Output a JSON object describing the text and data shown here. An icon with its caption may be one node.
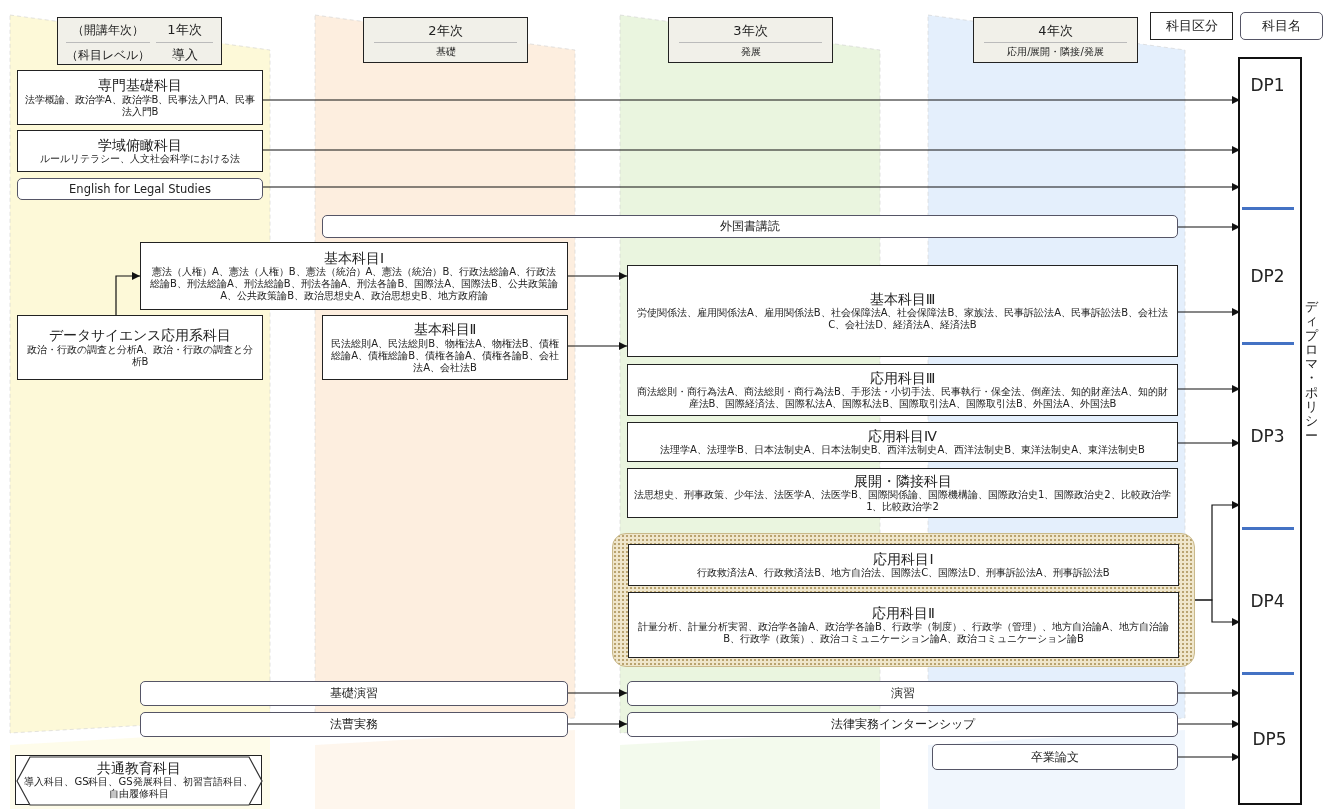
{
  "diagram": {
    "nodes": [
      {
        "text": [
          "（開講年次）",
          "1年次",
          "（科目レベル）",
          "導入"
        ]
      },
      {
        "text": [
          "2年次",
          "基礎"
        ]
      },
      {
        "text": [
          "3年次",
          "発展"
        ]
      },
      {
        "text": [
          "4年次",
          "応用/展開・隣接/発展"
        ]
      },
      {
        "text": [
          "科目区分"
        ]
      },
      {
        "text": [
          "科目名"
        ]
      },
      {
        "text": [
          "専門基礎科目",
          "法学概論、政治学A、政治学B、民事法入門A、民事法入門B"
        ]
      },
      {
        "text": [
          "学域俯瞰科目",
          "ルールリテラシー、人文社会科学における法"
        ]
      },
      {
        "text": [
          "English for Legal Studies"
        ]
      },
      {
        "text": [
          "外国書講読"
        ]
      },
      {
        "text": [
          "基本科目Ⅰ",
          "憲法（人権）A、憲法（人権）B、憲法（統治）A、憲法（統治）B、行政法総論A、行政法総論B、刑法総論A、刑法総論B、刑法各論A、刑法各論B、国際法A、国際法B、公共政策論A、公共政策論B、政治思想史A、政治思想史B、地方政府論"
        ]
      },
      {
        "text": [
          "データサイエンス応用系科目",
          "政治・行政の調査と分析A、政治・行政の調査と分析B"
        ]
      },
      {
        "text": [
          "基本科目Ⅱ",
          "民法総則A、民法総則B、物権法A、物権法B、債権総論A、債権総論B、債権各論A、債権各論B、会社法A、会社法B"
        ]
      },
      {
        "text": [
          "基本科目Ⅲ",
          "労使関係法、雇用関係法A、雇用関係法B、社会保障法A、社会保障法B、家族法、民事訴訟法A、民事訴訟法B、会社法C、会社法D、経済法A、経済法B"
        ]
      },
      {
        "text": [
          "応用科目Ⅲ",
          "商法総則・商行為法A、商法総則・商行為法B、手形法・小切手法、民事執行・保全法、倒産法、知的財産法A、知的財産法B、国際経済法、国際私法A、国際私法B、国際取引法A、国際取引法B、外国法A、外国法B"
        ]
      },
      {
        "text": [
          "応用科目Ⅳ",
          "法理学A、法理学B、日本法制史A、日本法制史B、西洋法制史A、西洋法制史B、東洋法制史A、東洋法制史B"
        ]
      },
      {
        "text": [
          "展開・隣接科目",
          "法思想史、刑事政策、少年法、法医学A、法医学B、国際関係論、国際機構論、国際政治史1、国際政治史2、比較政治学1、比較政治学2"
        ]
      },
      {
        "text": [],
        "shape": "box"
      },
      {
        "text": [
          "応用科目Ⅰ",
          "行政救済法A、行政救済法B、地方自治法、国際法C、国際法D、刑事訴訟法A、刑事訴訟法B"
        ],
        "in": 17
      },
      {
        "text": [
          "応用科目Ⅱ",
          "計量分析、計量分析実習、政治学各論A、政治学各論B、行政学（制度）、行政学（管理）、地方自治論A、地方自治論B、行政学（政策）、政治コミュニケーション論A、政治コミュニケーション論B"
        ],
        "in": 17
      },
      {
        "text": [
          "基礎演習"
        ]
      },
      {
        "text": [
          "演習"
        ]
      },
      {
        "text": [
          "法曹実務"
        ]
      },
      {
        "text": [
          "法律実務インターンシップ"
        ]
      },
      {
        "text": [
          "卒業論文"
        ]
      },
      {
        "text": [
          "共通教育科目",
          "導入科目、GS科目、GS発展科目、初習言語科目、自由履修科目"
        ]
      },
      {
        "text": [],
        "shape": "box"
      },
      {
        "text": [
          "DP1"
        ],
        "in": 26
      },
      {
        "text": [
          "DP2"
        ],
        "in": 26
      },
      {
        "text": [
          "DP3"
        ],
        "in": 26
      },
      {
        "text": [
          "DP4"
        ],
        "in": 26
      },
      {
        "text": [
          "DP5"
        ],
        "in": 26
      }
    ],
    "edges": [
      {
        "from": 6,
        "to": 27,
        "arrow": "to"
      },
      {
        "from": 7,
        "to": 27,
        "arrow": "to"
      },
      {
        "from": 8,
        "to": 27,
        "arrow": "to"
      },
      {
        "from": 9,
        "to": 28,
        "arrow": "to"
      },
      {
        "from": 11,
        "to": 10,
        "arrow": "to"
      },
      {
        "from": 10,
        "to": 13,
        "arrow": "to"
      },
      {
        "from": 12,
        "to": 13,
        "arrow": "to"
      },
      {
        "from": 13,
        "to": 28,
        "arrow": "to"
      },
      {
        "from": 14,
        "to": 29,
        "arrow": "to"
      },
      {
        "from": 15,
        "to": 29,
        "arrow": "to"
      },
      {
        "from": 17,
        "to": 29,
        "arrow": "to"
      },
      {
        "from": 17,
        "to": 30,
        "arrow": "to"
      },
      {
        "from": 20,
        "to": 21,
        "arrow": "to"
      },
      {
        "from": 22,
        "to": 23,
        "arrow": "to"
      },
      {
        "from": 21,
        "to": 31,
        "arrow": "to"
      },
      {
        "from": 23,
        "to": 31,
        "arrow": "to"
      },
      {
        "from": 24,
        "to": 31,
        "arrow": "to"
      }
    ],
    "labels": [
      "ディプロマ・ポリシー"
    ]
  }
}
